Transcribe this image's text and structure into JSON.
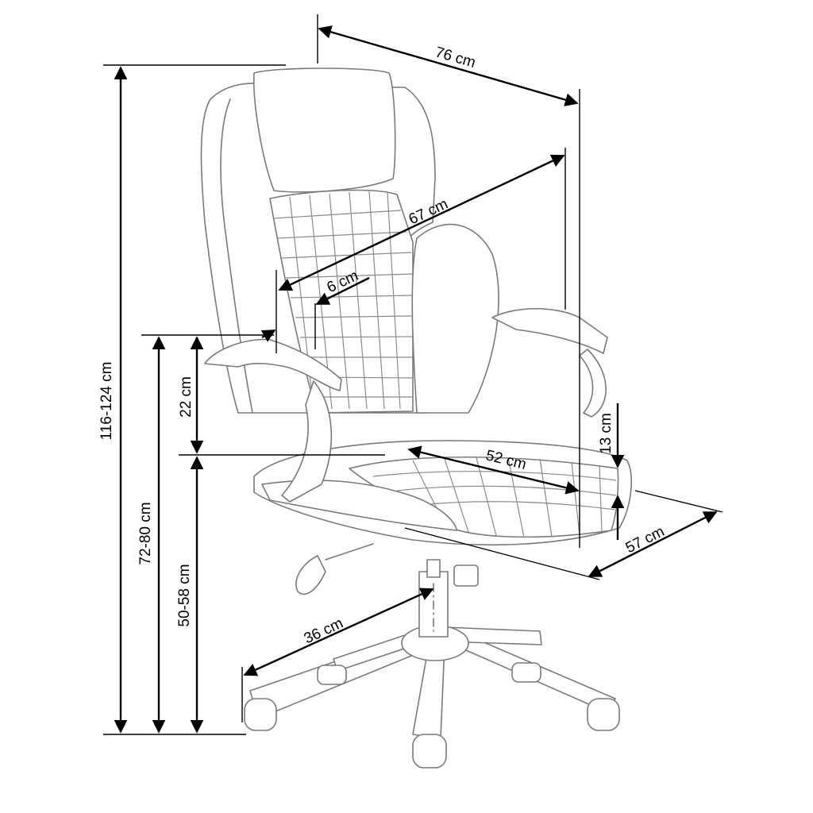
{
  "diagram": {
    "dimensions": {
      "overall_height": "116-124 cm",
      "armrest_height": "72-80 cm",
      "seat_height": "50-58 cm",
      "armrest_above_seat": "22 cm",
      "overall_width": "76 cm",
      "backrest_height": "67 cm",
      "armrest_width": "6 cm",
      "seat_depth": "52 cm",
      "seat_thickness": "13 cm",
      "seat_width": "57 cm",
      "base_radius": "36 cm"
    }
  }
}
